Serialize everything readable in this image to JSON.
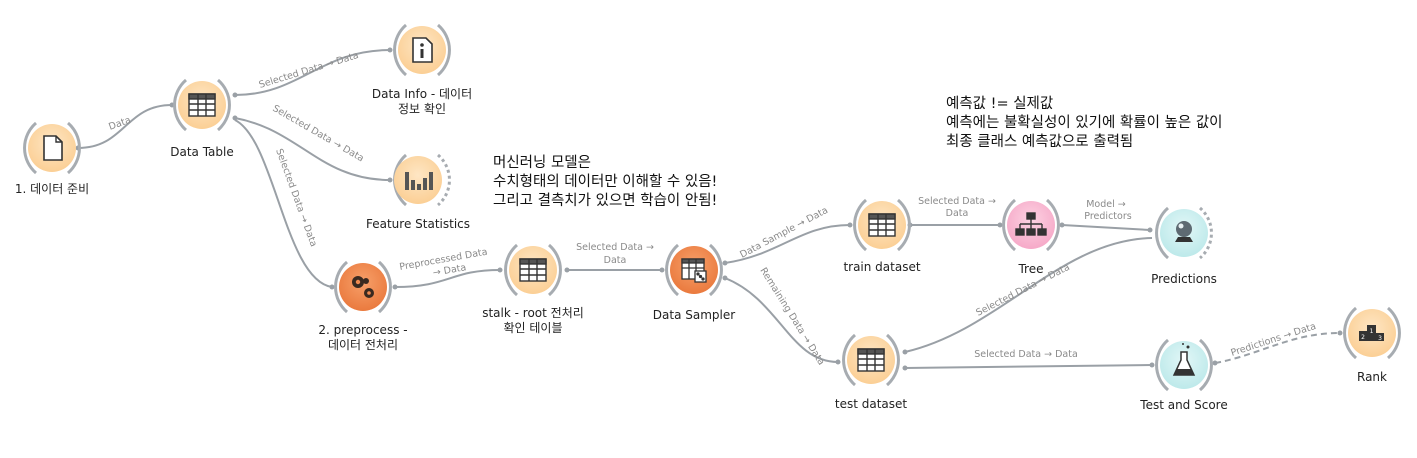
{
  "nodes": {
    "file": {
      "label": "1. 데이터 준비",
      "icon": "file-icon"
    },
    "data_table": {
      "label": "Data Table",
      "icon": "table-icon"
    },
    "data_info": {
      "label_line1": "Data Info - 데이터",
      "label_line2": "정보 확인",
      "icon": "info-icon"
    },
    "feature_statistics": {
      "label": "Feature Statistics",
      "icon": "bar-chart-icon"
    },
    "preprocess": {
      "label_line1": "2. preprocess -",
      "label_line2": "데이터 전처리",
      "icon": "gears-icon"
    },
    "stalk_table": {
      "label_line1": "stalk - root 전처리",
      "label_line2": "확인 테이블",
      "icon": "table-icon"
    },
    "data_sampler": {
      "label": "Data Sampler",
      "icon": "sampler-icon"
    },
    "train_dataset": {
      "label": "train dataset",
      "icon": "table-icon"
    },
    "test_dataset": {
      "label": "test dataset",
      "icon": "table-icon"
    },
    "tree": {
      "label": "Tree",
      "icon": "tree-icon"
    },
    "predictions": {
      "label": "Predictions",
      "icon": "crystal-ball-icon"
    },
    "test_and_score": {
      "label": "Test and Score",
      "icon": "flask-icon"
    },
    "rank": {
      "label": "Rank",
      "icon": "podium-icon"
    }
  },
  "links": {
    "file_to_table": "Data",
    "table_to_info": "Selected Data → Data",
    "table_to_stats": "Selected Data → Data",
    "table_to_preprocess": "Selected Data → Data",
    "preprocess_to_stalk_line1": "Preprocessed Data",
    "preprocess_to_stalk_line2": "→ Data",
    "stalk_to_sampler_line1": "Selected Data →",
    "stalk_to_sampler_line2": "Data",
    "sampler_to_train": "Data Sample → Data",
    "sampler_to_test": "Remaining Data → Data",
    "train_to_tree_line1": "Selected Data →",
    "train_to_tree_line2": "Data",
    "tree_to_predictions_line1": "Model →",
    "tree_to_predictions_line2": "Predictors",
    "test_to_predictions": "Selected Data → Data",
    "test_to_score": "Selected Data → Data",
    "score_to_rank": "Predictions → Data"
  },
  "notes": {
    "ml_note": {
      "line1": "머신러닝 모델은",
      "line2": "수치형태의 데이터만 이해할 수 있음!",
      "line3": "그리고 결측치가 있으면 학습이 안됨!"
    },
    "prediction_note": {
      "line1": "예측값 != 실제값",
      "line2": "예측에는 불확실성이 있기에 확률이 높은 값이",
      "line3": "최종 클래스 예측값으로 출력됨"
    }
  },
  "colors": {
    "data_widget": "#fdd6a3",
    "preprocess_widget": "#f08a50",
    "model_widget": "#f9b5d0",
    "evaluate_widget": "#c4ecec",
    "link": "#9aa0a6",
    "bracket": "#a7acb1"
  }
}
